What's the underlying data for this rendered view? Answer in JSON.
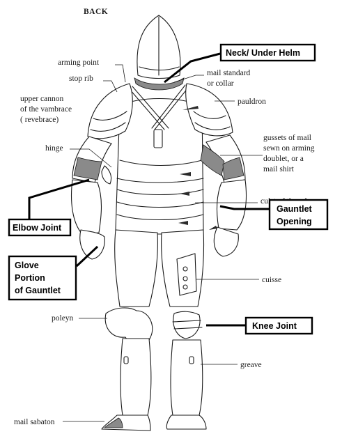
{
  "title": "BACK",
  "labels": {
    "arming_point": "arming point",
    "stop_rib": "stop rib",
    "upper_cannon_1": "upper cannon",
    "upper_cannon_2": "of the vambrace",
    "upper_cannon_3": "( revebrace)",
    "hinge": "hinge",
    "mail_standard_1": "mail standard",
    "mail_standard_2": "or collar",
    "pauldron": "pauldron",
    "gussets_1": "gussets of mail",
    "gussets_2": "sewn on arming",
    "gussets_3": "doublet, or a",
    "gussets_4": "mail shirt",
    "culet": "culet of three lames",
    "cuisse": "cuisse",
    "poleyn": "poleyn",
    "greave": "greave",
    "mail_sabaton": "mail sabaton"
  },
  "callouts": {
    "neck": "Neck/ Under Helm",
    "elbow": "Elbow Joint",
    "gauntlet_opening_1": "Gauntlet",
    "gauntlet_opening_2": "Opening",
    "glove_1": "Glove",
    "glove_2": "Portion",
    "glove_3": "of Gauntlet",
    "knee": "Knee Joint"
  }
}
